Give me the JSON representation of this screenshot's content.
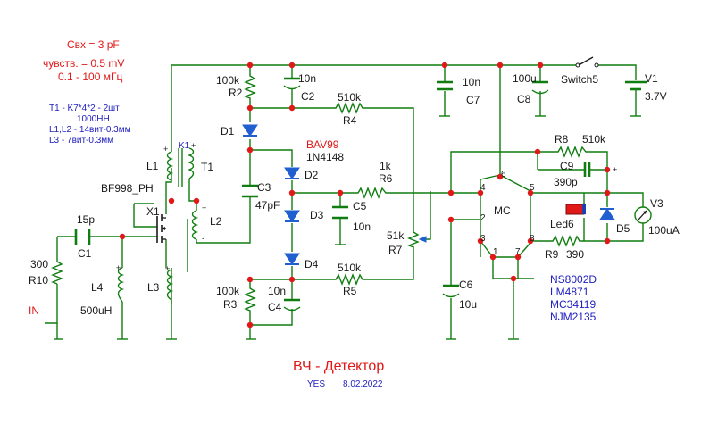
{
  "spec_notes": [
    "Свх = 3 pF",
    "чувств. = 0.5 mV",
    "0.1 - 100 мГц"
  ],
  "winding_notes": [
    "T1 - K7*4*2 - 2шт",
    "1000НН",
    "L1,L2 - 14вит-0.3мм",
    "L3 - 7вит-0.3мм"
  ],
  "components": {
    "R2": {
      "ref": "R2",
      "value": "100k"
    },
    "C2": {
      "ref": "C2",
      "value": "10n"
    },
    "R4": {
      "ref": "R4",
      "value": "510k"
    },
    "C7": {
      "ref": "C7",
      "value": "10n"
    },
    "C8": {
      "ref": "C8",
      "value": "100u"
    },
    "SW": {
      "ref": "Switch5"
    },
    "V1": {
      "ref": "V1",
      "value": "3.7V"
    },
    "D1": {
      "ref": "D1"
    },
    "BAV": {
      "part": "BAV99",
      "part2": "1N4148"
    },
    "D2": {
      "ref": "D2"
    },
    "D3": {
      "ref": "D3"
    },
    "D4": {
      "ref": "D4"
    },
    "R6": {
      "ref": "R6",
      "value": "1k"
    },
    "C3": {
      "ref": "C3",
      "value": "47pF"
    },
    "C5": {
      "ref": "C5",
      "value": "10n"
    },
    "R5": {
      "ref": "R5",
      "value": "510k"
    },
    "R3": {
      "ref": "R3",
      "value": "100k"
    },
    "C4": {
      "ref": "C4",
      "value": "10n"
    },
    "R7": {
      "ref": "R7",
      "value": "51k"
    },
    "R8": {
      "ref": "R8",
      "value": "510k"
    },
    "C9": {
      "ref": "C9",
      "value": "390p"
    },
    "MC": {
      "ref": "MC"
    },
    "C6": {
      "ref": "C6",
      "value": "10u"
    },
    "Led": {
      "ref": "Led6"
    },
    "D5": {
      "ref": "D5"
    },
    "V3": {
      "ref": "V3",
      "value": "100uA"
    },
    "R9": {
      "ref": "R9",
      "value": "390"
    },
    "L1": {
      "ref": "L1"
    },
    "T1": {
      "ref": "T1",
      "tag": "K1"
    },
    "L2": {
      "ref": "L2"
    },
    "X1": {
      "ref": "X1",
      "part": "BF998_PH"
    },
    "C1": {
      "ref": "C1",
      "value": "15p"
    },
    "R10": {
      "ref": "R10",
      "value": "300"
    },
    "L4": {
      "ref": "L4",
      "value": "500uH"
    },
    "L3": {
      "ref": "L3"
    },
    "IN": {
      "label": "IN"
    }
  },
  "mc_pins": [
    "1",
    "2",
    "3",
    "4",
    "5",
    "6",
    "7",
    "8"
  ],
  "chip_alternatives": [
    "NS8002D",
    "LM4871",
    "MC34119",
    "NJM2135"
  ],
  "title": "ВЧ - Детектор",
  "author": "YES",
  "date": "8.02.2022",
  "colors": {
    "wire": "#0f7d0f",
    "junction": "#e01818",
    "diode": "#1f5fd0",
    "title": "#e01818",
    "notes": "#2020c0"
  }
}
